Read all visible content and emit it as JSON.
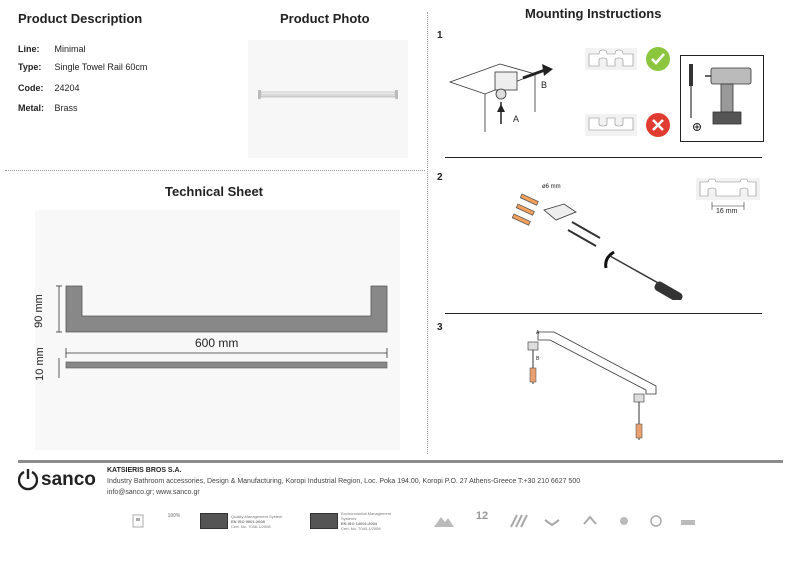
{
  "headings": {
    "product_description": "Product Description",
    "product_photo": "Product Photo",
    "mounting_instructions": "Mounting Instructions",
    "technical_sheet": "Technical Sheet"
  },
  "specs": [
    {
      "key": "Line:",
      "value": "Minimal"
    },
    {
      "key": "Type:",
      "value": "Single Towel Rail 60cm"
    },
    {
      "key": "Code:",
      "value": "24204"
    },
    {
      "key": "Metal:",
      "value": "Brass"
    }
  ],
  "technical": {
    "height_label": "90 mm",
    "width_label": "600 mm",
    "thickness_label": "10 mm"
  },
  "mounting": {
    "steps": [
      "1",
      "2",
      "3"
    ],
    "label_a": "A",
    "label_b": "B",
    "diameter_label": "ø6 mm",
    "spacing_label": "16 mm",
    "step3_a": "A",
    "step3_b": "B"
  },
  "footer": {
    "logo_text": "sanco",
    "company_name": "KATSIERIS BROS S.A.",
    "company_line": "Industry Bathroom accessories, Design & Manufacturing, Koropi Industrial Region, Loc. Poka 194.00, Koropi P.O. 27  Athens-Greece   T:+30 210 6627 500",
    "contact_line": "info@sanco.gr; www.sanco.gr",
    "cert1_line1": "Quality Management System",
    "cert1_line2": "EN ISO 9001:2008",
    "cert1_line3": "Cert. No. 7046-1/2008",
    "cert2_line1": "Environmental Management Systems",
    "cert2_line2": "EN ISO 14001:2004",
    "cert2_line3": "Cert. No. 7040-1/2008",
    "badge_100": "100%",
    "badge_12": "12"
  }
}
